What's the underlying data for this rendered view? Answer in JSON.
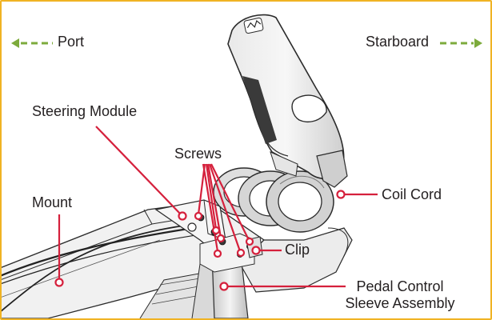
{
  "directions": {
    "port": "Port",
    "starboard": "Starboard"
  },
  "labels": {
    "steering_module": "Steering Module",
    "mount": "Mount",
    "screws": "Screws",
    "coil_cord": "Coil Cord",
    "clip": "Clip",
    "pedal_control_line1": "Pedal Control",
    "pedal_control_line2": "Sleeve Assembly"
  },
  "colors": {
    "callout": "#d5203c",
    "arrow": "#7dab3c",
    "frame": "#f0b323",
    "ink": "#231f20"
  }
}
